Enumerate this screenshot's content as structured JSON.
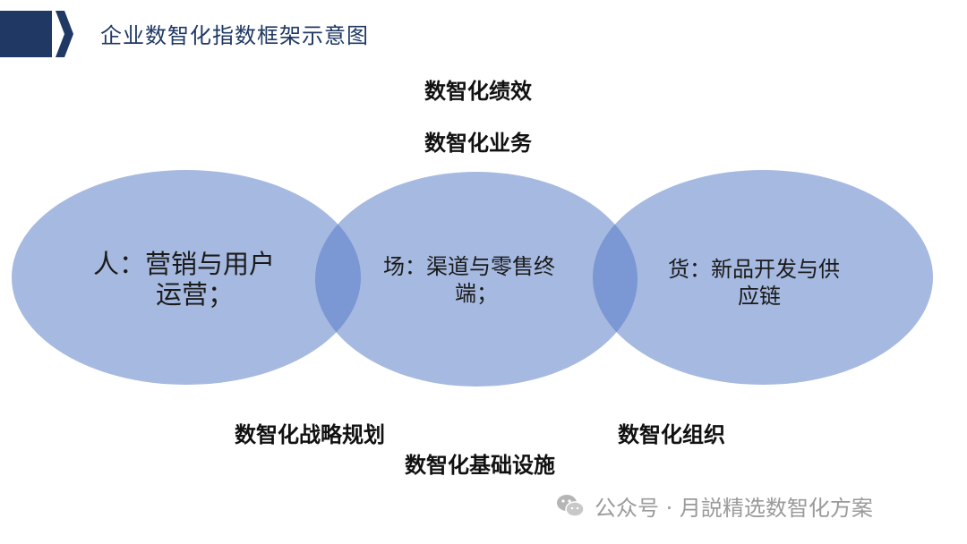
{
  "header": {
    "title": "企业数智化指数框架示意图"
  },
  "diagram": {
    "top_labels": [
      "数智化绩效",
      "数智化业务"
    ],
    "circles": [
      {
        "id": "people",
        "line1": "人：营销与用户",
        "line2": "运营；"
      },
      {
        "id": "place",
        "line1": "场：渠道与零售终",
        "line2": "端；"
      },
      {
        "id": "goods",
        "line1": "货：新品开发与供",
        "line2": "应链"
      }
    ],
    "bottom_labels": {
      "strategy": "数智化战略规划",
      "infrastructure": "数智化基础设施",
      "organization": "数智化组织"
    },
    "colors": {
      "circle_fill": "#a6b9e0",
      "overlap_fill": "#7b97d4",
      "title_bar": "#1f3864",
      "title_text": "#1f3864"
    }
  },
  "watermark": {
    "text": "公众号 · 月説精选数智化方案",
    "icon": "wechat-icon"
  }
}
